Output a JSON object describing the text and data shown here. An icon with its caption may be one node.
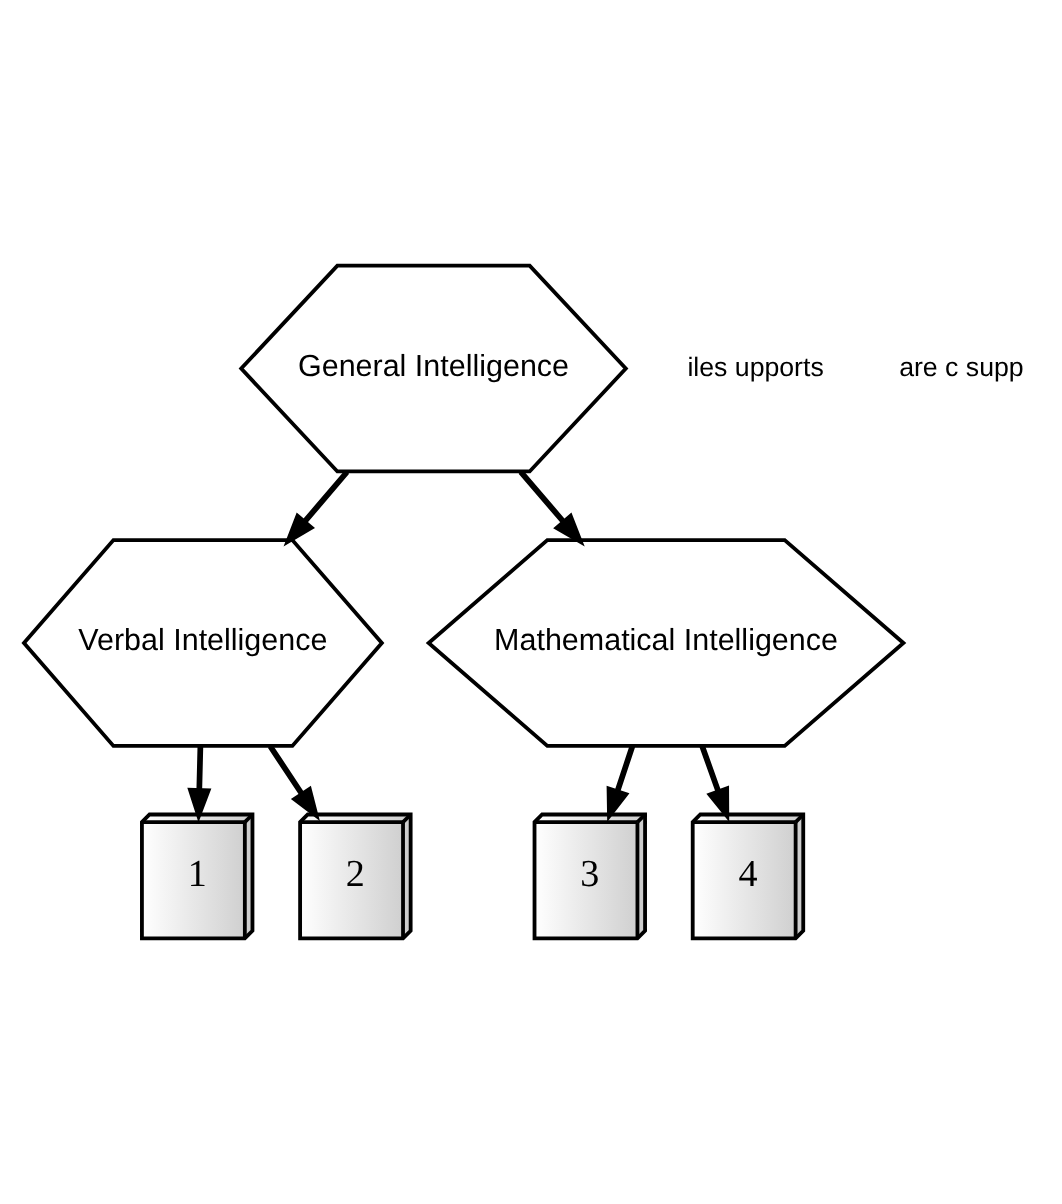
{
  "diagram": {
    "nodes": [
      {
        "text": [
          "General Intelligence"
        ]
      },
      {
        "text": [
          "Verbal Intelligence"
        ]
      },
      {
        "text": [
          "Mathematical Intelligence"
        ]
      },
      {
        "text": [
          "1"
        ]
      },
      {
        "text": [
          "2"
        ]
      },
      {
        "text": [
          "3"
        ]
      },
      {
        "text": [
          "4"
        ]
      }
    ],
    "edges": [
      {
        "from": 0,
        "to": 1,
        "arrow": "to"
      },
      {
        "from": 0,
        "to": 2,
        "arrow": "to"
      },
      {
        "from": 1,
        "to": 3,
        "arrow": "to"
      },
      {
        "from": 1,
        "to": 4,
        "arrow": "to"
      },
      {
        "from": 2,
        "to": 5,
        "arrow": "to"
      },
      {
        "from": 2,
        "to": 6,
        "arrow": "to"
      }
    ],
    "labels": [
      "iles upports",
      "are c supp"
    ]
  }
}
